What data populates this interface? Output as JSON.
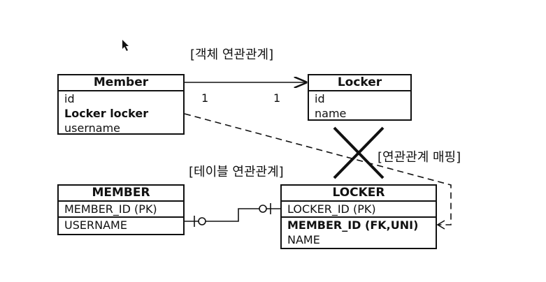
{
  "object_section_label": "[객체 연관관계]",
  "table_section_label": "[테이블 연관관계]",
  "mapping_label": "[연관관계 매핑]",
  "multiplicity": {
    "left": "1",
    "right": "1"
  },
  "member_object": {
    "title": "Member",
    "fields": [
      "id",
      "Locker locker",
      "username"
    ]
  },
  "locker_object": {
    "title": "Locker",
    "fields": [
      "id",
      "name"
    ]
  },
  "member_table": {
    "title": "MEMBER",
    "fields": [
      "MEMBER_ID (PK)",
      "USERNAME"
    ]
  },
  "locker_table": {
    "title": "LOCKER",
    "fields": [
      "LOCKER_ID (PK)",
      "MEMBER_ID (FK,UNI)",
      "NAME"
    ]
  }
}
